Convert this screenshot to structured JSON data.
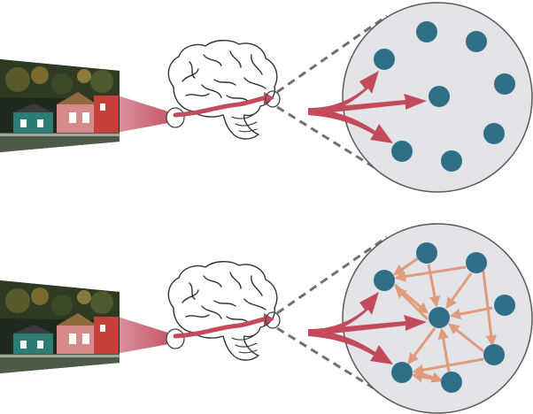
{
  "diagram": {
    "panels": [
      {
        "id": "top",
        "connected": false
      },
      {
        "id": "bottom",
        "connected": true
      }
    ],
    "colors": {
      "background": "#ffffff",
      "neuron_fill": "#2e6f87",
      "pool_fill": "#e2e4e7",
      "pool_stroke": "#595959",
      "input_arrow": "#c24a5b",
      "lateral_arrow": "#e09b7c",
      "light_cone": "#d98f9c",
      "zoom_line": "#707070",
      "brain_stroke": "#333333"
    },
    "icons": [
      "house-photo-thumbnail",
      "eye-icon",
      "brain-icon",
      "neuron-pool-zoom-circle"
    ]
  }
}
